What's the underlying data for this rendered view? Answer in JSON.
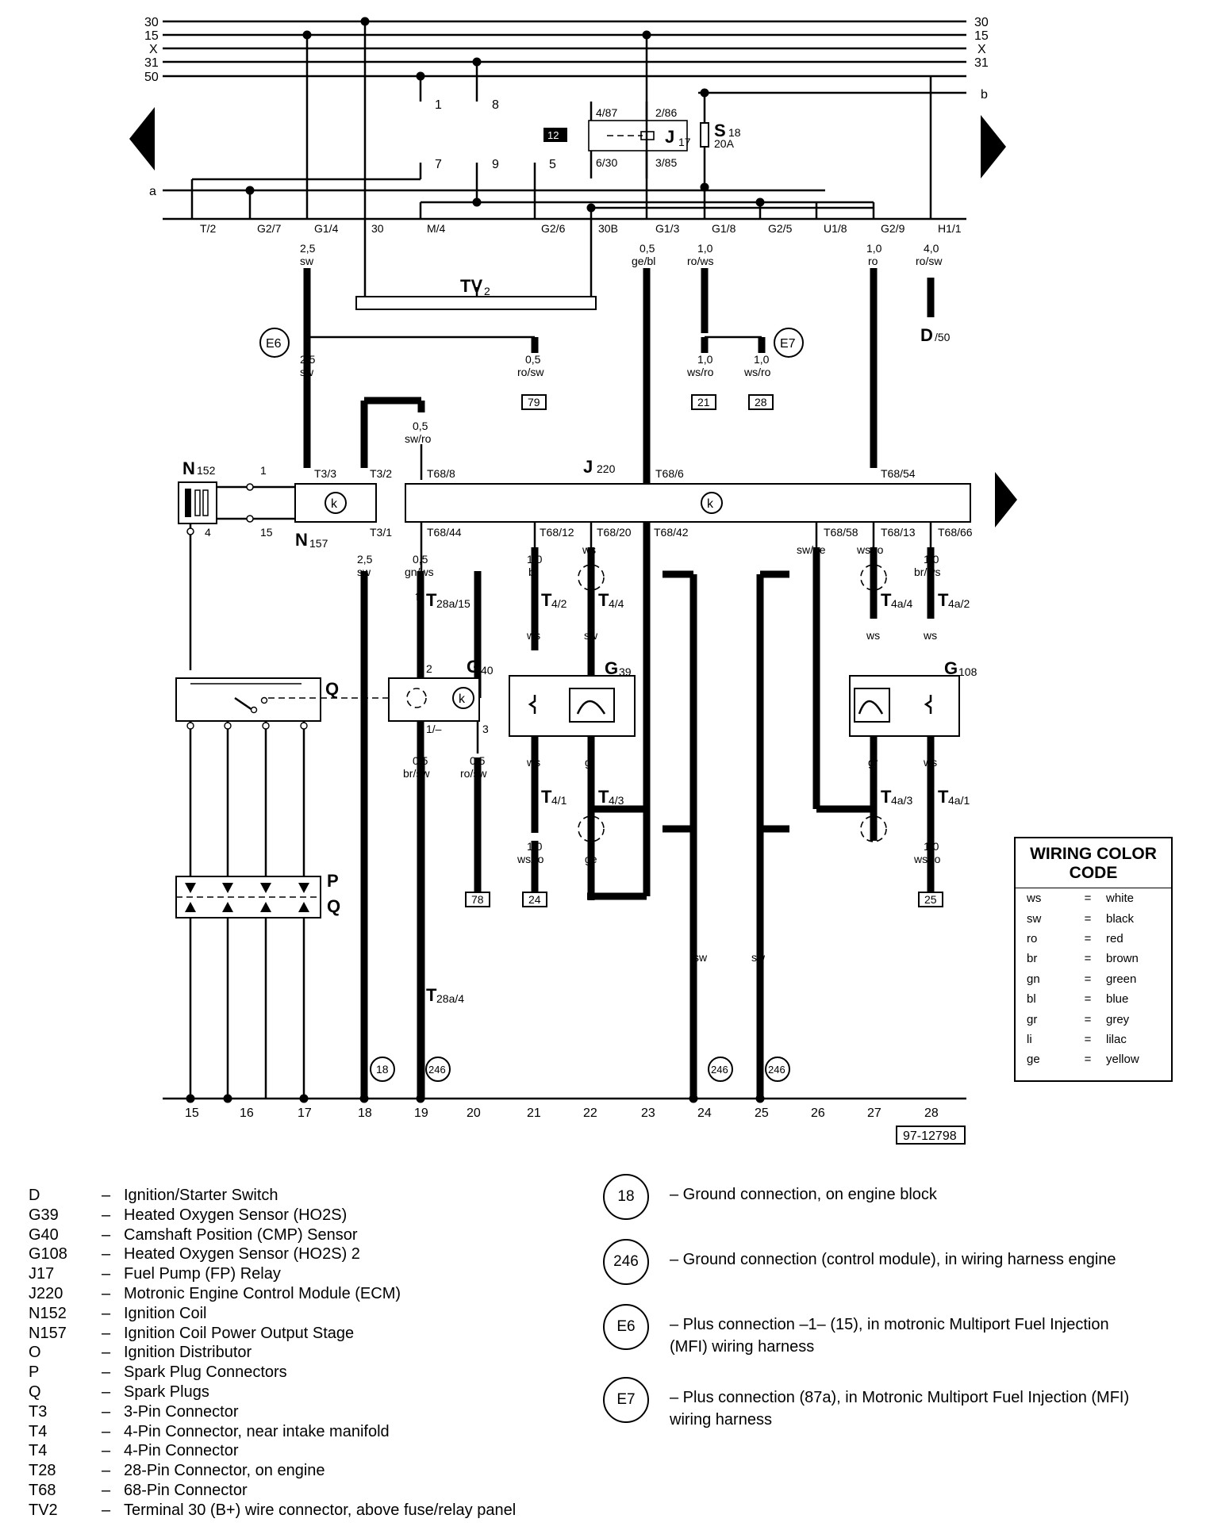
{
  "bus_labels": [
    "30",
    "15",
    "X",
    "31",
    "50"
  ],
  "bus_b": "b",
  "bus_a": "a",
  "connector_numbers": {
    "n1": "1",
    "n8": "8",
    "n7": "7",
    "n9": "9",
    "n5": "5"
  },
  "relay": {
    "code": "J",
    "sub": "17",
    "badge": "12",
    "pins": [
      "4/87",
      "2/86",
      "6/30",
      "3/85"
    ]
  },
  "fuse": {
    "code": "S",
    "sub": "18",
    "rating": "20A"
  },
  "terminals_top": [
    "T/2",
    "G2/7",
    "G1/4",
    "30",
    "M/4",
    "G2/6",
    "30B",
    "G1/3",
    "G1/8",
    "G2/5",
    "U1/8",
    "G2/9",
    "H1/1"
  ],
  "tv2": {
    "code": "TV",
    "sub": "2"
  },
  "wires": {
    "w1": "2,5",
    "w1c": "sw",
    "w2": "0,5",
    "w2c": "ge/bl",
    "w3": "1,0",
    "w3c": "ro/ws",
    "w4": "1,0",
    "w4c": "ro",
    "w5": "4,0",
    "w5c": "ro/sw",
    "w6": "2,5",
    "w6c": "sw",
    "w7": "0,5",
    "w7c": "ro/sw",
    "w8": "1,0",
    "w8c": "ws/ro",
    "w9": "1,0",
    "w9c": "ws/ro",
    "w10": "0,5",
    "w10c": "sw/ro",
    "w11": "2,5",
    "w11c": "sw",
    "w12": "0,5",
    "w12c": "gn/ws",
    "w13": "1,0",
    "w13c": "br",
    "w14": "ws",
    "w15": "sw/ge",
    "w16": "ws/ro",
    "w17": "1,0",
    "w17c": "br/ws",
    "w18": "ws",
    "w19": "sw",
    "w20": "sw",
    "w21": "ws",
    "w22": "ws",
    "w23": "gr",
    "w24": "gr",
    "w25": "ws",
    "w26": "0,5",
    "w26c": "br/sw",
    "w27": "0,5",
    "w27c": "ro/sw",
    "w28": "1,0",
    "w28c": "ws/ro",
    "w29": "ge",
    "w30": "1,0",
    "w30c": "ws/ro",
    "w31": "sw",
    "w32": "sw"
  },
  "e6": "E6",
  "e7": "E7",
  "d_label": {
    "code": "D",
    "sub": "/50"
  },
  "refs": {
    "r79": "79",
    "r21": "21",
    "r28": "28",
    "r78": "78",
    "r24": "24",
    "r25": "25"
  },
  "n152": {
    "code": "N",
    "sub": "152",
    "pin1": "1",
    "pin4": "4",
    "pin15": "15"
  },
  "n157": {
    "code": "N",
    "sub": "157",
    "pins": [
      "T3/3",
      "T3/2",
      "T3/1"
    ]
  },
  "j220": {
    "code": "J",
    "sub": " 220",
    "pins": [
      "T68/8",
      "T68/6",
      "T68/54",
      "T68/44",
      "T68/12",
      "T68/20",
      "T68/42",
      "T68/58",
      "T68/13",
      "T68/66"
    ]
  },
  "k_symbol": "k",
  "t_connectors": {
    "t28a15": {
      "code": "T",
      "sub": "28a/15"
    },
    "t28a4": {
      "code": "T",
      "sub": "28a/4"
    },
    "t42": {
      "code": "T",
      "sub": "4/2"
    },
    "t44": {
      "code": "T",
      "sub": "4/4"
    },
    "t41": {
      "code": "T",
      "sub": "4/1"
    },
    "t43": {
      "code": "T",
      "sub": "4/3"
    },
    "t4a4": {
      "code": "T",
      "sub": "4a/4"
    },
    "t4a2": {
      "code": "T",
      "sub": "4a/2"
    },
    "t4a3": {
      "code": "T",
      "sub": "4a/3"
    },
    "t4a1": {
      "code": "T",
      "sub": "4a/1"
    }
  },
  "g40": {
    "code": "G",
    "sub": "40",
    "pin2": "2",
    "pin1": "1/–",
    "pin3": "3"
  },
  "g39": {
    "code": "G",
    "sub": "39"
  },
  "g108": {
    "code": "G",
    "sub": "108"
  },
  "q_label": "Q",
  "pq_labels": [
    "P",
    "Q"
  ],
  "grounds_on_diagram": [
    "18",
    "246",
    "246",
    "246"
  ],
  "bottom_numbers": [
    "15",
    "16",
    "17",
    "18",
    "19",
    "20",
    "21",
    "22",
    "23",
    "24",
    "25",
    "26",
    "27",
    "28"
  ],
  "figure_id": "97-12798",
  "color_code": {
    "title_line1": "WIRING COLOR",
    "title_line2": "CODE",
    "rows": [
      {
        "abbr": "ws",
        "eq": "=",
        "name": "white"
      },
      {
        "abbr": "sw",
        "eq": "=",
        "name": "black"
      },
      {
        "abbr": "ro",
        "eq": "=",
        "name": "red"
      },
      {
        "abbr": "br",
        "eq": "=",
        "name": "brown"
      },
      {
        "abbr": "gn",
        "eq": "=",
        "name": "green"
      },
      {
        "abbr": "bl",
        "eq": "=",
        "name": "blue"
      },
      {
        "abbr": "gr",
        "eq": "=",
        "name": "grey"
      },
      {
        "abbr": "li",
        "eq": "=",
        "name": "lilac"
      },
      {
        "abbr": "ge",
        "eq": "=",
        "name": "yellow"
      }
    ]
  },
  "legend": [
    {
      "code": "D",
      "sep": "–",
      "desc": "Ignition/Starter Switch"
    },
    {
      "code": "G39",
      "sep": "–",
      "desc": "Heated Oxygen Sensor (HO2S)"
    },
    {
      "code": "G40",
      "sep": "–",
      "desc": "Camshaft Position (CMP) Sensor"
    },
    {
      "code": "G108",
      "sep": "–",
      "desc": "Heated Oxygen Sensor (HO2S) 2"
    },
    {
      "code": "J17",
      "sep": "–",
      "desc": "Fuel Pump (FP) Relay"
    },
    {
      "code": "J220",
      "sep": "–",
      "desc": "Motronic Engine Control Module (ECM)"
    },
    {
      "code": "N152",
      "sep": "–",
      "desc": "Ignition Coil"
    },
    {
      "code": "N157",
      "sep": "–",
      "desc": "Ignition Coil Power Output Stage"
    },
    {
      "code": "O",
      "sep": "–",
      "desc": "Ignition Distributor"
    },
    {
      "code": "P",
      "sep": "–",
      "desc": "Spark Plug Connectors"
    },
    {
      "code": "Q",
      "sep": "–",
      "desc": "Spark Plugs"
    },
    {
      "code": "T3",
      "sep": "–",
      "desc": "3-Pin Connector"
    },
    {
      "code": "T4",
      "sep": "–",
      "desc": "4-Pin Connector, near intake manifold"
    },
    {
      "code": "T4",
      "sep": "–",
      "desc": "4-Pin Connector"
    },
    {
      "code": "T28",
      "sep": "–",
      "desc": "28-Pin Connector, on engine"
    },
    {
      "code": "T68",
      "sep": "–",
      "desc": "68-Pin Connector"
    },
    {
      "code": "TV2",
      "sep": "–",
      "desc": "Terminal 30 (B+) wire connector, above fuse/relay panel"
    }
  ],
  "grounds_legend": [
    {
      "symbol": "18",
      "desc": "– Ground connection, on engine block"
    },
    {
      "symbol": "246",
      "desc": "– Ground connection (control module), in wiring harness engine"
    },
    {
      "symbol": "E6",
      "desc": "– Plus connection –1– (15), in motronic Multiport Fuel Injection (MFI) wiring harness"
    },
    {
      "symbol": "E7",
      "desc": "– Plus connection (87a), in Motronic Multiport Fuel Injection (MFI) wiring harness"
    }
  ]
}
